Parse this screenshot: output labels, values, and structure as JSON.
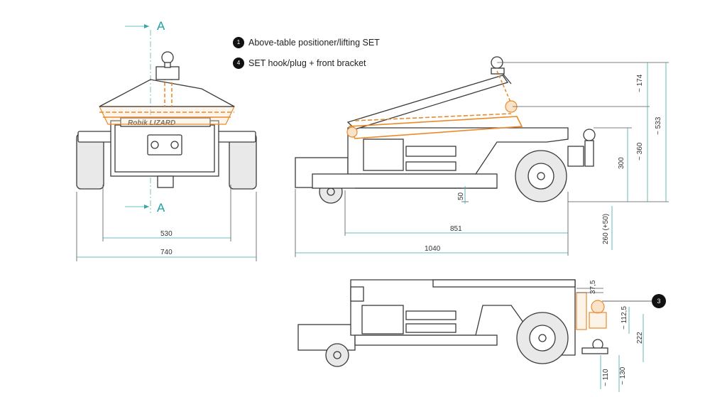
{
  "legend": [
    {
      "num": "1",
      "label": "Above-table positioner/lifting SET"
    },
    {
      "num": "4",
      "label": "SET hook/plug + front bracket"
    }
  ],
  "callout_3": "3",
  "brand": {
    "text": "Robik LIZARD"
  },
  "section_marks": {
    "top": "A",
    "bottom": "A"
  },
  "front_view_dims": {
    "width_inner": "530",
    "width_overall": "740"
  },
  "side_view_dims": {
    "wheelbase": "851",
    "length": "1040",
    "ground_clearance": "50",
    "hitch_height": "300",
    "height_lowered": "~ 360",
    "lift_stroke": "~ 174",
    "height_raised": "~ 533",
    "deck_height": "260 (+50)"
  },
  "bottom_view_dims": {
    "bracket_top": "37,5",
    "hitch_offset": "~ 112,5",
    "bracket_height": "222",
    "low_110": "~ 110",
    "low_130": "~ 130"
  },
  "colors": {
    "accent": "#ea8a2a",
    "dimension": "#3aa7a7",
    "outline": "#3a3a3a"
  }
}
